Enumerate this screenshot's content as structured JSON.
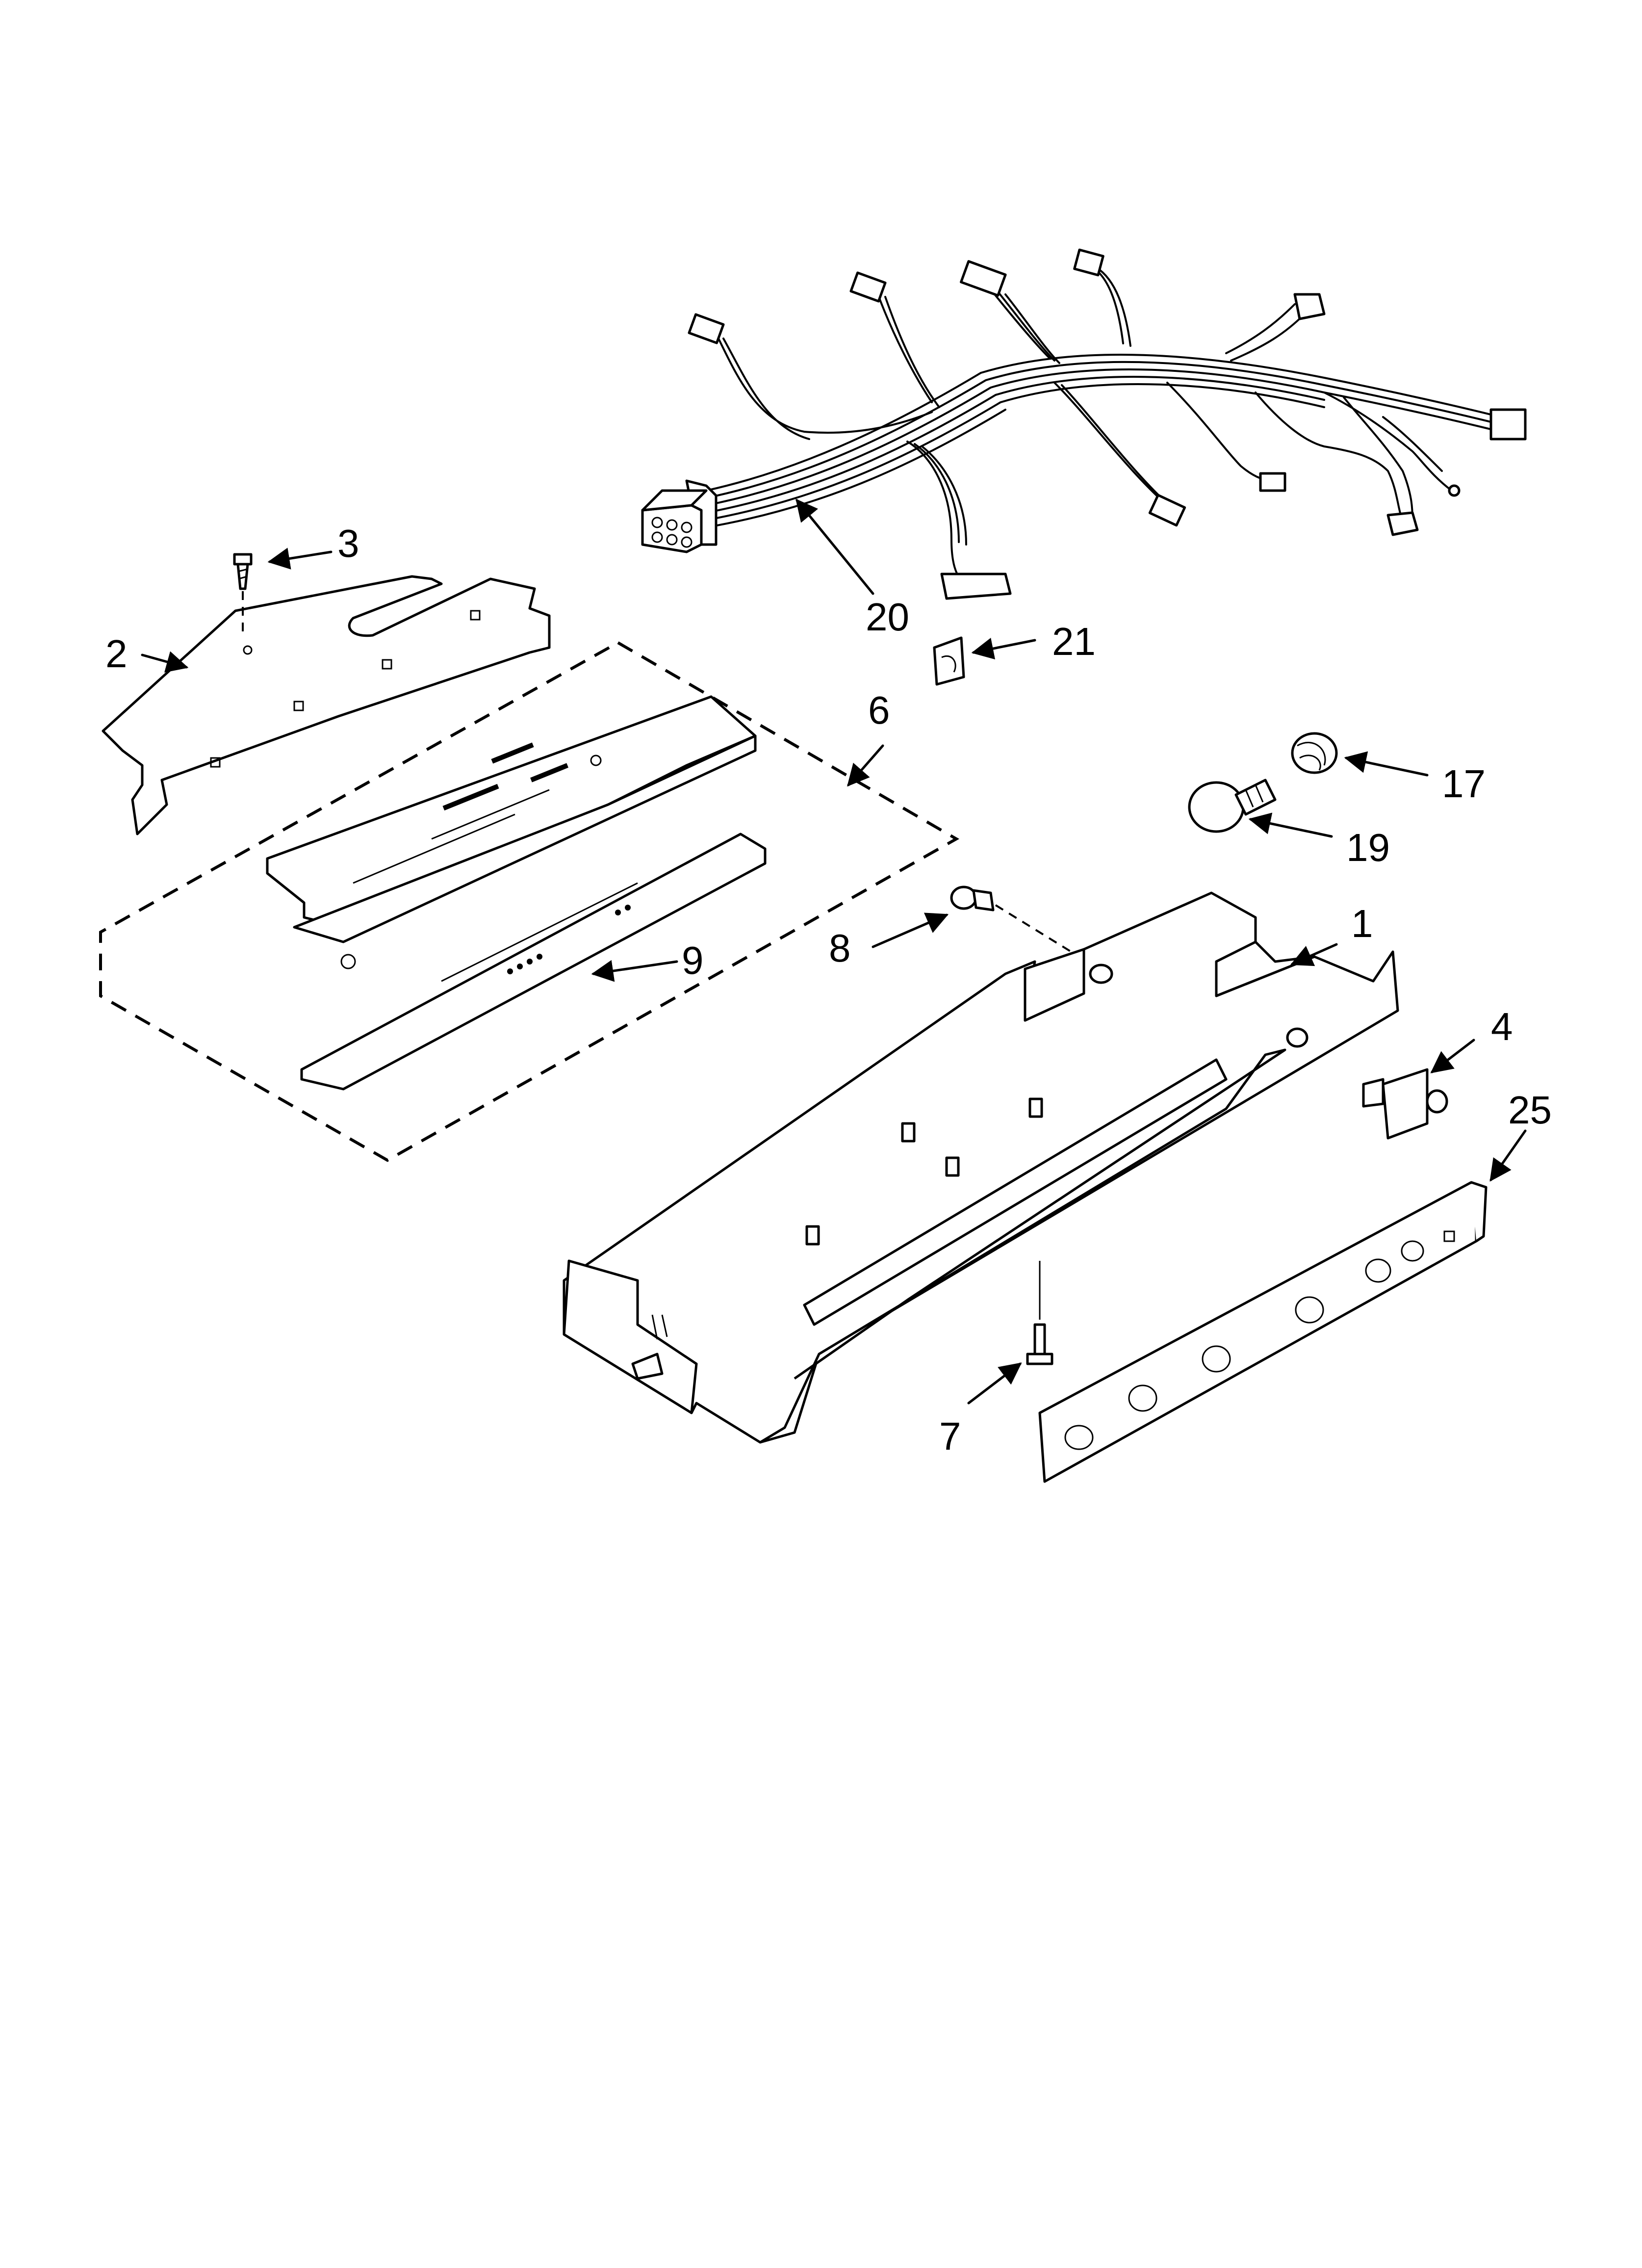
{
  "callouts": [
    {
      "id": "1",
      "text": "1"
    },
    {
      "id": "2",
      "text": "2"
    },
    {
      "id": "3",
      "text": "3"
    },
    {
      "id": "4",
      "text": "4"
    },
    {
      "id": "6",
      "text": "6"
    },
    {
      "id": "7",
      "text": "7"
    },
    {
      "id": "8",
      "text": "8"
    },
    {
      "id": "9",
      "text": "9"
    },
    {
      "id": "17",
      "text": "17"
    },
    {
      "id": "19",
      "text": "19"
    },
    {
      "id": "20",
      "text": "20"
    },
    {
      "id": "21",
      "text": "21"
    },
    {
      "id": "25",
      "text": "25"
    }
  ]
}
